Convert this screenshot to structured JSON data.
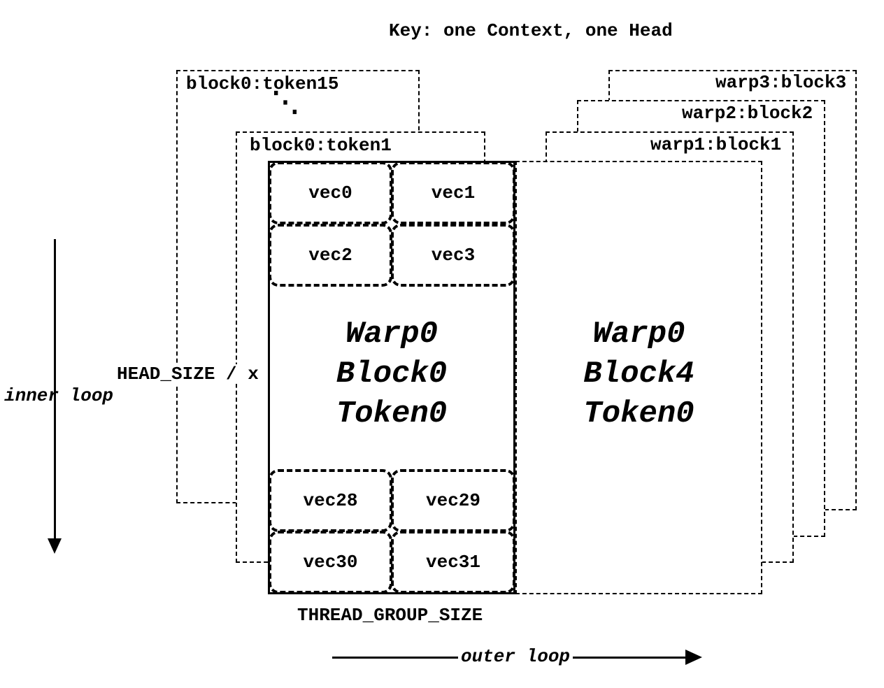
{
  "title": "Key: one Context, one Head",
  "left_stack": {
    "labels": [
      "block0:token15",
      "block0:token1"
    ],
    "ellipsis": "⋱"
  },
  "right_stack": {
    "labels": [
      "warp3:block3",
      "warp2:block2",
      "warp1:block1"
    ]
  },
  "block_front_left": {
    "top_vecs": [
      "vec0",
      "vec1",
      "vec2",
      "vec3"
    ],
    "center_lines": [
      "Warp0",
      "Block0",
      "Token0"
    ],
    "bottom_vecs": [
      "vec28",
      "vec29",
      "vec30",
      "vec31"
    ]
  },
  "block_front_right": {
    "center_lines": [
      "Warp0",
      "Block4",
      "Token0"
    ]
  },
  "annotations": {
    "head_size": "HEAD_SIZE / x",
    "inner_loop": "inner loop",
    "thread_group_size": "THREAD_GROUP_SIZE",
    "outer_loop": "outer loop"
  }
}
